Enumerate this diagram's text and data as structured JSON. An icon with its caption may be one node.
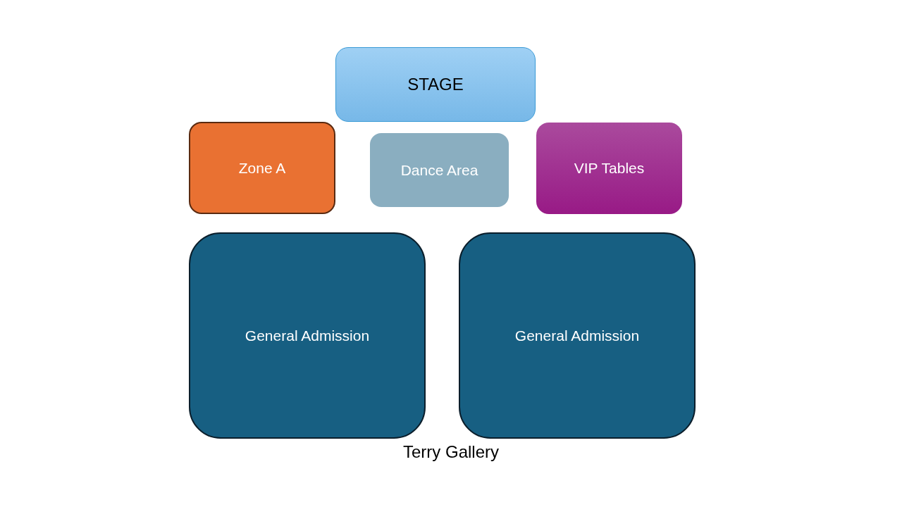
{
  "diagram": {
    "caption": "Terry Gallery",
    "nodes": [
      {
        "text": [
          "STAGE"
        ]
      },
      {
        "text": [
          "Zone A"
        ]
      },
      {
        "text": [
          "Dance Area"
        ]
      },
      {
        "text": [
          "VIP Tables"
        ]
      },
      {
        "text": [
          "General Admission"
        ]
      },
      {
        "text": [
          "General Admission"
        ]
      }
    ]
  }
}
